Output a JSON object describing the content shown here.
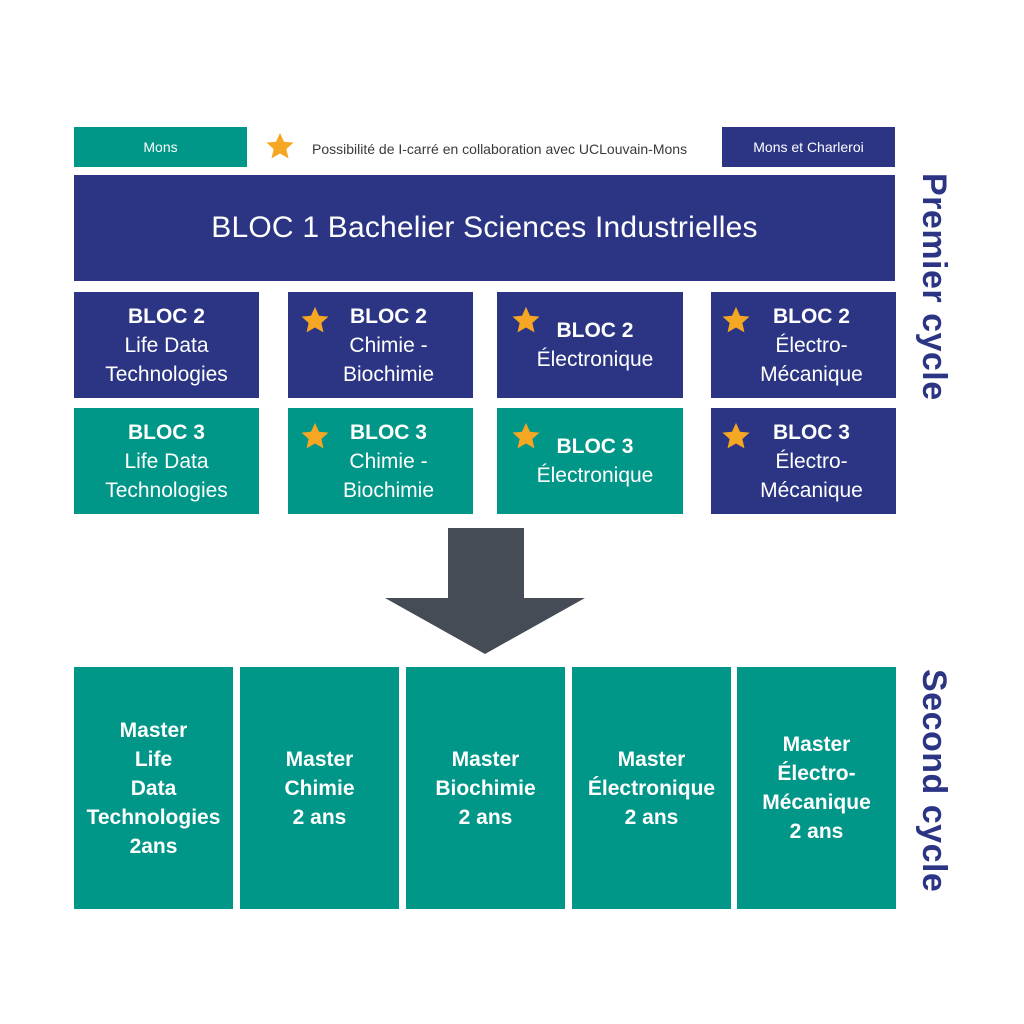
{
  "legend": {
    "mons": "Mons",
    "star_note": "Possibilité de I-carré en collaboration avec UCLouvain-Mons",
    "mons_charleroi": "Mons et Charleroi",
    "star_icon": "star-icon"
  },
  "bloc1": "BLOC 1 Bachelier Sciences Industrielles",
  "bloc2": [
    {
      "title": "BLOC 2",
      "l1": "Life Data",
      "l2": "Technologies"
    },
    {
      "title": "BLOC 2",
      "l1": "Chimie -",
      "l2": "Biochimie"
    },
    {
      "title": "BLOC 2",
      "l1": "Électronique",
      "l2": ""
    },
    {
      "title": "BLOC 2",
      "l1": "Électro-",
      "l2": "Mécanique"
    }
  ],
  "bloc3": [
    {
      "title": "BLOC 3",
      "l1": "Life Data",
      "l2": "Technologies"
    },
    {
      "title": "BLOC 3",
      "l1": "Chimie -",
      "l2": "Biochimie"
    },
    {
      "title": "BLOC 3",
      "l1": "Électronique",
      "l2": ""
    },
    {
      "title": "BLOC 3",
      "l1": "Électro-",
      "l2": "Mécanique"
    }
  ],
  "cycles": {
    "first": "Premier cycle",
    "second": "Second cycle"
  },
  "masters": [
    [
      "Master",
      "Life",
      "Data",
      "Technologies",
      "2ans"
    ],
    [
      "Master",
      "Chimie",
      "2 ans"
    ],
    [
      "Master",
      "Biochimie",
      "2 ans"
    ],
    [
      "Master",
      "Électronique",
      "2 ans"
    ],
    [
      "Master",
      "Électro-",
      "Mécanique",
      "2 ans"
    ]
  ],
  "colors": {
    "teal": "#009688",
    "navy": "#2b3584",
    "star": "#f5a623",
    "arrow": "#454c55"
  }
}
